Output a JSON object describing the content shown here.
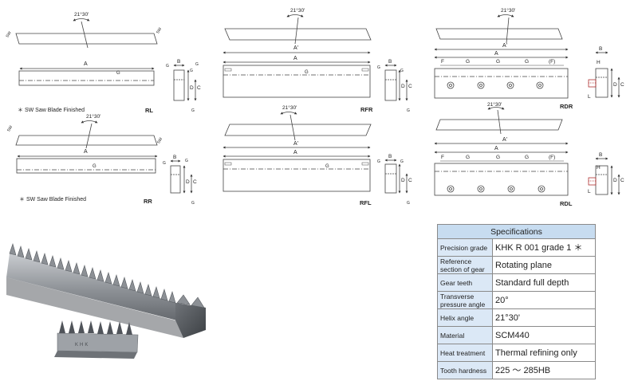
{
  "drawings": {
    "helix_angle": "21°30'",
    "rl": {
      "code": "RL",
      "note": "＊ SW Saw Blade Finished",
      "dim_a": "A",
      "dim_b": "B",
      "dim_c": "C",
      "dim_d": "D",
      "dim_g": "G",
      "mark_sw": "SW"
    },
    "rr": {
      "code": "RR",
      "note": "＊ SW Saw Blade Finished",
      "dim_a": "A",
      "dim_b": "B",
      "dim_c": "C",
      "dim_d": "D",
      "dim_g": "G",
      "mark_sw": "SW"
    },
    "rfr": {
      "code": "RFR",
      "dim_a": "A",
      "dim_a_prime": "A'",
      "dim_b": "B",
      "dim_c": "C",
      "dim_d": "D",
      "dim_g": "G"
    },
    "rfl": {
      "code": "RFL",
      "dim_a": "A",
      "dim_a_prime": "A'",
      "dim_b": "B",
      "dim_c": "C",
      "dim_d": "D",
      "dim_g": "G"
    },
    "rdr": {
      "code": "RDR",
      "dim_a": "A",
      "dim_a_prime": "A'",
      "pitch_labels": [
        "F",
        "G",
        "G",
        "G",
        "(F)"
      ],
      "dim_b": "B",
      "dim_c": "C",
      "dim_d": "D",
      "dim_h": "H",
      "dim_l": "L"
    },
    "rdl": {
      "code": "RDL",
      "dim_a": "A",
      "dim_a_prime": "A'",
      "pitch_labels": [
        "F",
        "G",
        "G",
        "G",
        "(F)"
      ],
      "dim_b": "B",
      "dim_c": "C",
      "dim_d": "D",
      "dim_h": "H",
      "dim_l": "L"
    }
  },
  "photo": {
    "stamp": "KHK"
  },
  "specifications": {
    "title": "Specifications",
    "rows": [
      {
        "label": "Precision grade",
        "value": "KHK R 001 grade 1 ＊"
      },
      {
        "label": "Reference section of gear",
        "value": "Rotating plane"
      },
      {
        "label": "Gear teeth",
        "value": "Standard full depth"
      },
      {
        "label": "Transverse pressure angle",
        "value": "20°"
      },
      {
        "label": "Helix angle",
        "value": "21°30'"
      },
      {
        "label": "Material",
        "value": "SCM440"
      },
      {
        "label": "Heat treatment",
        "value": "Thermal refining only"
      },
      {
        "label": "Tooth hardness",
        "value": "225 ～ 285HB"
      }
    ]
  }
}
